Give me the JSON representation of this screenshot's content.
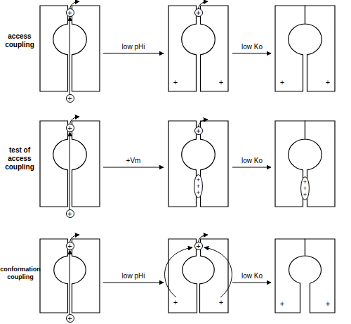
{
  "diagram": {
    "nodes": [
      {
        "text": [
          "+"
        ]
      },
      {
        "text": [
          "+"
        ]
      },
      {
        "text": [
          "+"
        ]
      },
      {
        "text": [
          "+"
        ]
      },
      {
        "text": [
          "+"
        ]
      },
      {
        "text": [
          "+"
        ]
      },
      {
        "text": [
          "+ + +"
        ]
      },
      {
        "text": [
          "+ + +"
        ]
      },
      {
        "text": [
          "+"
        ]
      },
      {
        "text": [
          "+"
        ]
      },
      {
        "text": [
          "+"
        ]
      }
    ],
    "edges": [
      {
        "from": 1,
        "to": 0,
        "arrow": "to"
      },
      {
        "from": 4,
        "to": 3,
        "arrow": "to"
      },
      {
        "from": 9,
        "to": 8,
        "arrow": "to"
      }
    ],
    "labels": [
      "access coupling",
      "low pHi",
      "low Ko",
      "+",
      "+",
      "+",
      "+",
      "test of access coupling",
      "+Vm",
      "low Ko",
      "conformation coupling",
      "low pHi",
      "low Ko",
      "+",
      "+",
      "+",
      "+"
    ]
  }
}
